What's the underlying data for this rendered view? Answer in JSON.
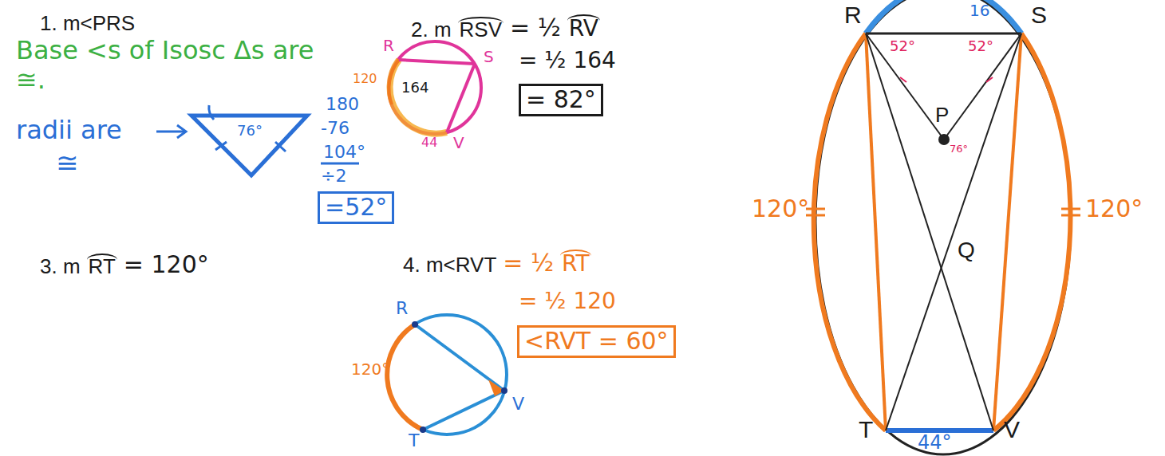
{
  "diagram": {
    "labels": [
      "1. m<PRS",
      "Base <s of Isosc Δs are ≅.",
      "radii are",
      "≅",
      "76°",
      "180",
      "-76",
      "104°",
      "÷2",
      "=52°",
      "2. m",
      "RSV",
      "= ½",
      "RV",
      "= ½ 164",
      "= 82°",
      "R",
      "S",
      "120",
      "164",
      "44",
      "V",
      "3. m",
      "RT",
      "= 120°",
      "4. m<RVT",
      "= ½",
      "RT",
      "= ½ 120",
      "<RVT = 60°",
      "R",
      "120°",
      "T",
      "V",
      "R",
      "16",
      "S",
      "52°",
      "52°",
      "P",
      "76°",
      "Q",
      "120°",
      "120°",
      "T",
      "44°",
      "V"
    ]
  }
}
